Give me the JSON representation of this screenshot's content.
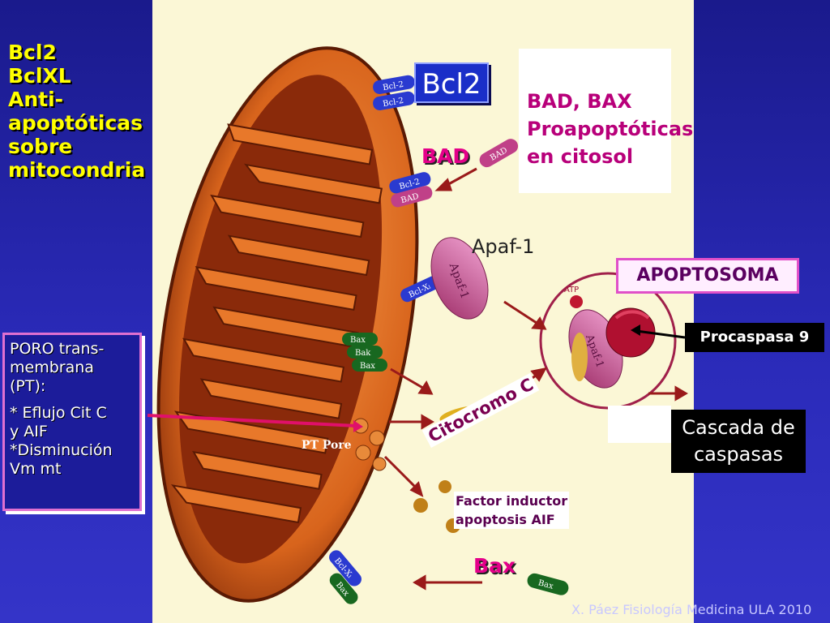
{
  "left": {
    "title_lines": "Bcl2\nBclXL\nAnti-\napoptóticas\nsobre\nmitocondria",
    "poro_box": {
      "line1": "PORO trans-\nmembrana\n(PT):",
      "line2": "* Eflujo Cit C\n   y AIF\n*Disminución\n  Vm mt"
    }
  },
  "diagram": {
    "bcl2_label": "Bcl2",
    "bad_box_text": "BAD, BAX\nProapoptóticas\nen citosol",
    "bad_label": "BAD",
    "apaf_label": "Apaf-1",
    "apoptosoma_label": "APOPTOSOMA",
    "procaspasa_label": "Procaspasa 9",
    "cascada_label": "Cascada de\ncaspasas",
    "citocromo_label": "Citocromo C",
    "aif_label": "Factor inductor\n apoptosis AIF",
    "bax_label": "Bax",
    "pt_pore_label": "PT Pore",
    "protein_tags": {
      "bcl2_a": "Bcl-2",
      "bcl2_b": "Bcl-2",
      "bad_free": "BAD",
      "bcl2_c": "Bcl-2",
      "bad_bound": "BAD",
      "bclx_a": "Bcl-Xₗ",
      "bax_a": "Bax",
      "bak": "Bak",
      "bax_b": "Bax",
      "bclx_b": "Bcl-Xₗ",
      "bax_c": "Bax",
      "bax_free": "Bax",
      "apaf_in": "Apaf-1",
      "apaf_out": "Apaf-1",
      "atp": "ATP"
    }
  },
  "footer": {
    "credit": "X. Páez Fisiología Medicina ULA 2010"
  },
  "colors": {
    "background": "#2a2ab8",
    "panel": "#fbf7d6",
    "yellow_text": "#ffff00",
    "magenta_text": "#e4008a",
    "mito": "#d8641c"
  }
}
